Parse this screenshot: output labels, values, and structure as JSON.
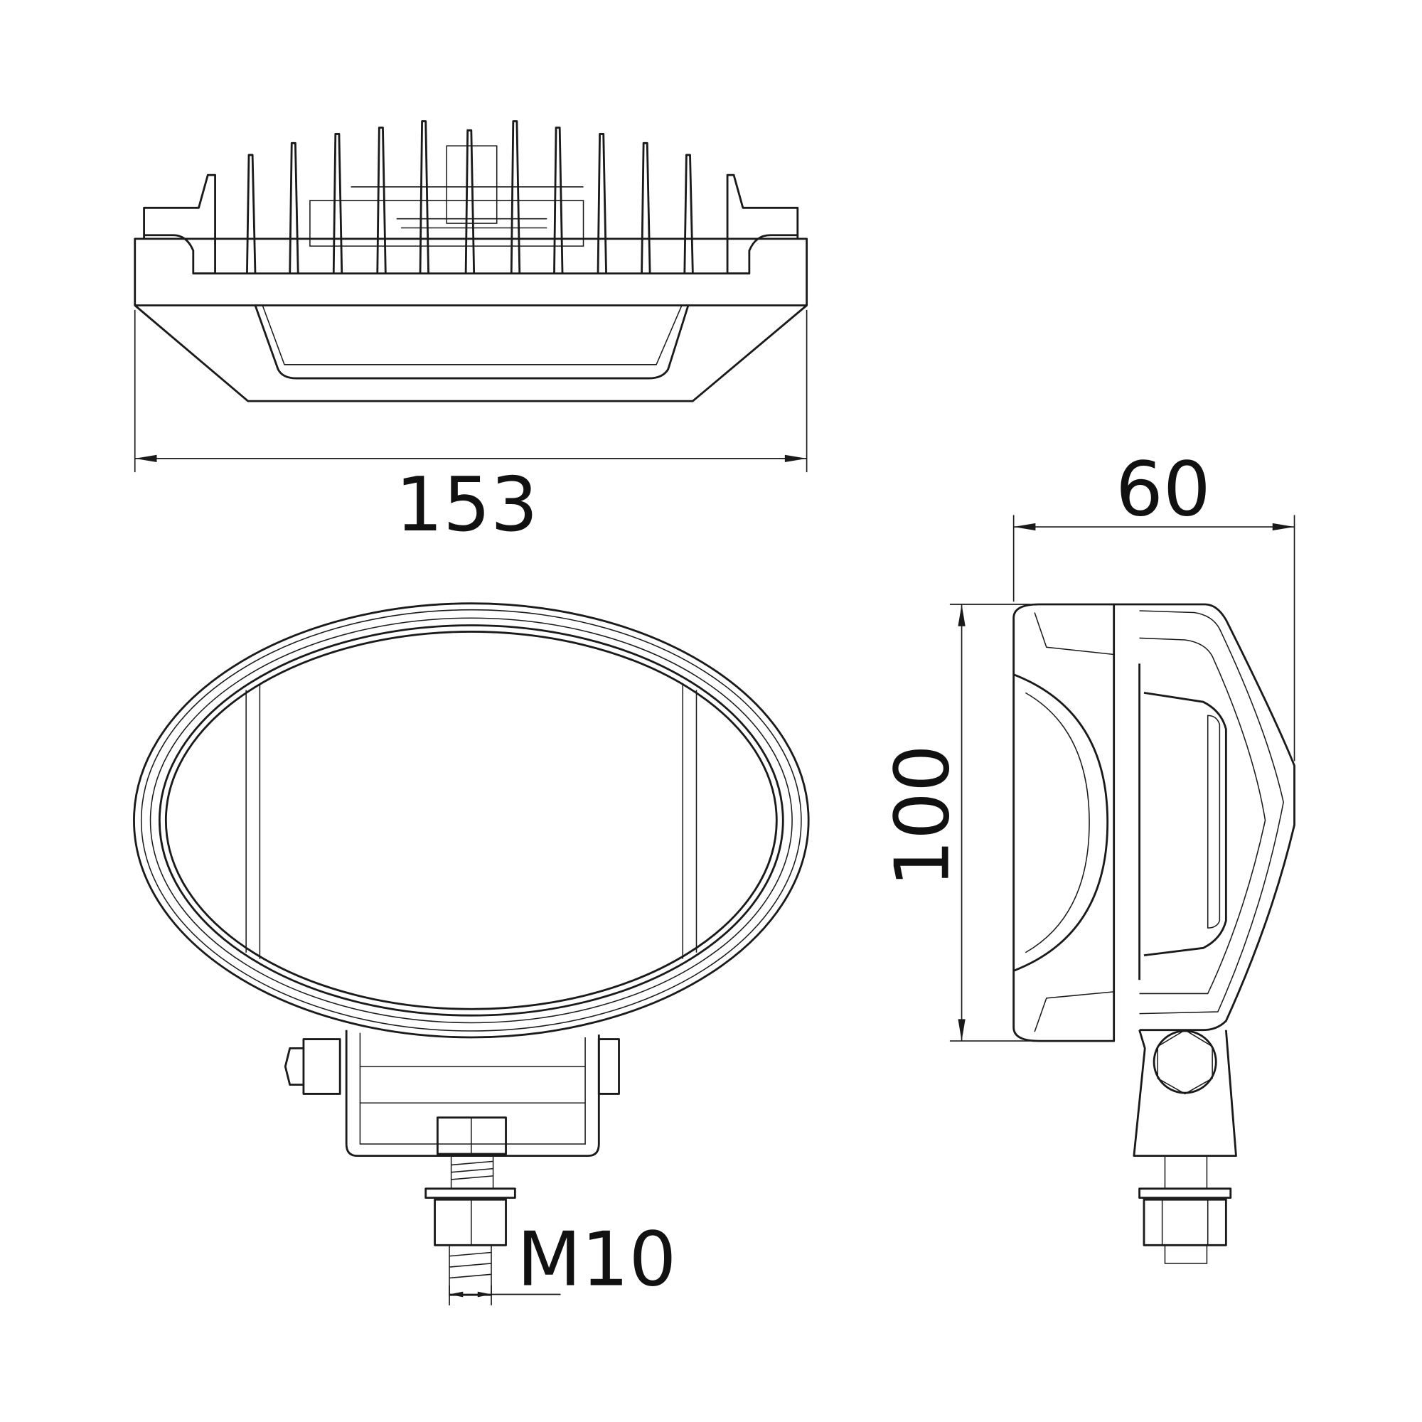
{
  "dimensions": {
    "width": "153",
    "depth": "60",
    "height": "100",
    "thread": "M10"
  },
  "colors": {
    "line": "#1a1a1a",
    "background": "#ffffff"
  }
}
